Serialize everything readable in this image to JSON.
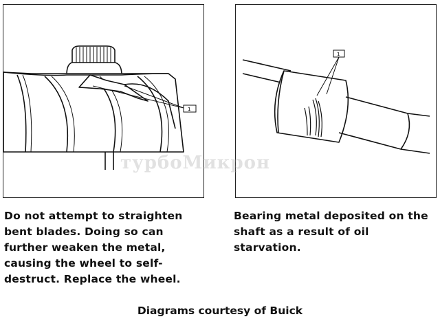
{
  "left_panel": {
    "callout": "1",
    "caption": "Do not attempt to straighten bent blades. Doing so can further weaken the metal, causing the wheel to self-destruct. Replace the wheel."
  },
  "right_panel": {
    "callout": "1",
    "caption": "Bearing metal deposited on the shaft as a result of oil starvation."
  },
  "credit": "Diagrams courtesy of Buick",
  "watermark": "турбоМикрон"
}
